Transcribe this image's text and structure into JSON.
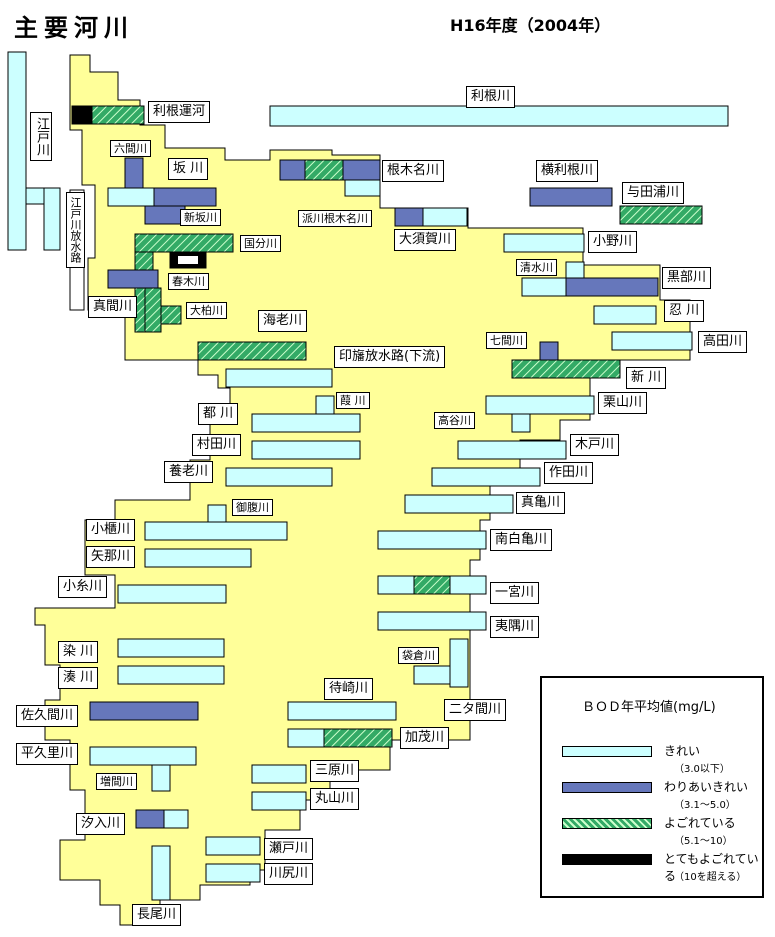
{
  "header": {
    "title": "主要河川",
    "subtitle": "H16年度（2004年）"
  },
  "legend": {
    "title": "ＢＯＤ年平均値(mg/L)",
    "items": [
      {
        "key": "clean",
        "name": "きれい",
        "range": "（3.0以下）",
        "color": "#ccffff"
      },
      {
        "key": "fair",
        "name": "わりあいきれい",
        "range": "（3.1～5.0）",
        "color": "#6677bb"
      },
      {
        "key": "dirty",
        "name": "よごれている",
        "range": "（5.1～10）",
        "color": "#33aa66"
      },
      {
        "key": "very",
        "name": "とてもよごれている",
        "range": "（10を超える）",
        "color": "#000000"
      }
    ]
  },
  "colors": {
    "basin": "#ffff99",
    "clean": "#ccffff",
    "fair": "#6677bb",
    "dirty": "#33aa66",
    "very": "#000000"
  },
  "rivers": {
    "edogawa": "江戸川",
    "edogawa_hosuiro": "江戸川放水路",
    "tone_unga": "利根運河",
    "tonegawa": "利根川",
    "rokkenkawa": "六間川",
    "sakagawa": "坂 川",
    "nekina": "根木名川",
    "yokotone": "横利根川",
    "shinsaka": "新坂川",
    "hakawa_nekina": "派川根木名川",
    "yodaura": "与田浦川",
    "kokubun": "国分川",
    "osuga": "大須賀川",
    "ono": "小野川",
    "haruki": "春木川",
    "shimizu": "清水川",
    "kurobe": "黒部川",
    "mama": "真間川",
    "okashiwa": "大柏川",
    "ebi": "海老川",
    "oshi": "忍 川",
    "takada": "高田川",
    "shichiken": "七間川",
    "inba_hosuiro": "印旛放水路(下流)",
    "shin": "新 川",
    "miyako": "都 川",
    "ashi": "葭 川",
    "kuriyama": "栗山川",
    "takaya": "高谷川",
    "murata": "村田川",
    "kido": "木戸川",
    "yoro": "養老川",
    "sakuta": "作田川",
    "mabara": "御腹川",
    "magame": "真亀川",
    "obitsu": "小櫃川",
    "minami_shirakame": "南白亀川",
    "yana": "矢那川",
    "koito": "小糸川",
    "ichinomiya": "一宮川",
    "isumi": "夷隅川",
    "some": "染 川",
    "fukuro": "袋倉川",
    "minato": "湊 川",
    "machizaki": "待崎川",
    "sakuma": "佐久間川",
    "futamama": "二タ間川",
    "kamo": "加茂川",
    "hirakuri": "平久里川",
    "masuma": "増間川",
    "mihara": "三原川",
    "shioiri": "汐入川",
    "maruyama": "丸山川",
    "seto": "瀬戸川",
    "kawajiri": "川尻川",
    "nagao": "長尾川"
  }
}
